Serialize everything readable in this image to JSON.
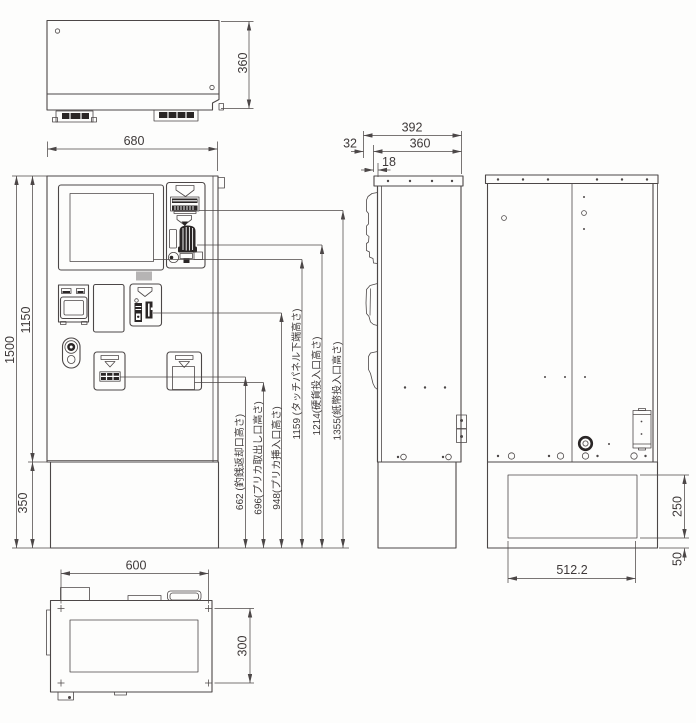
{
  "drawing": {
    "dims": {
      "top_depth": "360",
      "front_width": "680",
      "total_height": "1500",
      "cabinet_height": "1150",
      "base_height": "350",
      "side_total_depth": "392",
      "side_body_depth": "360",
      "side_front_protrusion": "32",
      "side_panel_offset": "18",
      "rear_opening_height": "250",
      "rear_bottom_offset": "50",
      "rear_opening_width": "512.2",
      "bottom_anchor_width": "600",
      "bottom_anchor_depth": "300"
    },
    "callouts": [
      {
        "label": "662 (釣銭返却口高さ)"
      },
      {
        "label": "696(プリカ取出し口高さ)"
      },
      {
        "label": "948(プリカ挿入口高さ)"
      },
      {
        "label": "1159 (タッチパネル下端高さ)"
      },
      {
        "label": "1214(硬貨投入口高さ)"
      },
      {
        "label": "1355(紙幣投入口高さ)"
      }
    ]
  }
}
